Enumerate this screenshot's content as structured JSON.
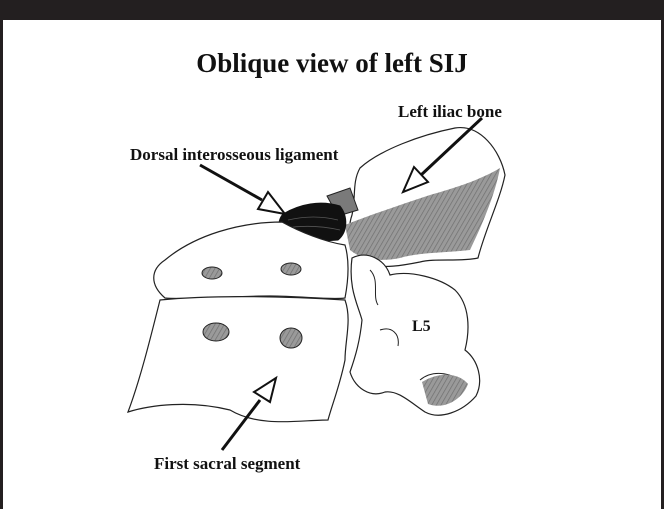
{
  "diagram": {
    "title": "Oblique view of left SIJ",
    "labels": {
      "left_iliac_bone": "Left iliac bone",
      "dorsal_ligament": "Dorsal interosseous ligament",
      "l5": "L5",
      "first_sacral_segment": "First sacral segment"
    }
  },
  "colors": {
    "frame": "#231f20",
    "ink": "#222222",
    "shade": "#8a8a8a",
    "ligament": "#111111",
    "background": "#ffffff"
  }
}
